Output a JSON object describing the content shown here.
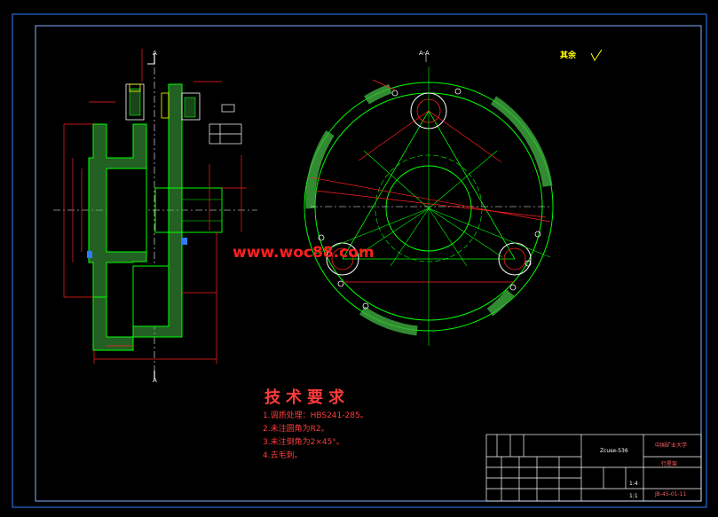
{
  "drawing": {
    "watermark": "www.woc88.com",
    "section_title": "A-A",
    "section_mark_top": "A",
    "section_mark_bottom": "A",
    "surface_finish_note": "其余",
    "technical_requirements": {
      "title": "技术要求",
      "items": [
        "1.调质处理：HBS241-285。",
        "2.未注圆角为R2。",
        "3.未注倒角为2×45°。",
        "4.去毛刺。"
      ]
    },
    "title_block": {
      "material": "Zcuse-536",
      "company": "中国矿业大学",
      "part_name": "行星架",
      "drawing_no": "JB-45-01-11",
      "scale": "1:4",
      "ratio": "1:1"
    }
  },
  "colors": {
    "frame": "#2f7bff",
    "line": "#00ff00",
    "dimension": "#ff2020",
    "hatch": "#3fae3f",
    "center": "#ffffff",
    "text": "#ffffff"
  }
}
